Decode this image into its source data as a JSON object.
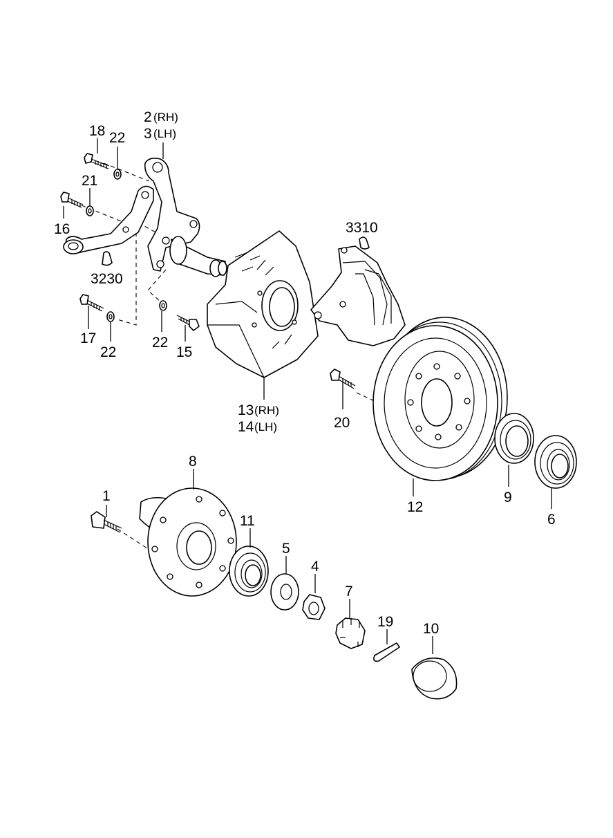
{
  "labels": {
    "p1": "1",
    "p2": "2",
    "p2_suffix": "(RH)",
    "p3": "3",
    "p3_suffix": "(LH)",
    "p4": "4",
    "p5": "5",
    "p6": "6",
    "p7": "7",
    "p8": "8",
    "p9": "9",
    "p10": "10",
    "p11": "11",
    "p12": "12",
    "p13": "13",
    "p13_suffix": "(RH)",
    "p14": "14",
    "p14_suffix": "(LH)",
    "p15": "15",
    "p16": "16",
    "p17": "17",
    "p18": "18",
    "p19": "19",
    "p20": "20",
    "p21": "21",
    "p22a": "22",
    "p22b": "22",
    "p22c": "22",
    "p3230": "3230",
    "p3310": "3310"
  }
}
